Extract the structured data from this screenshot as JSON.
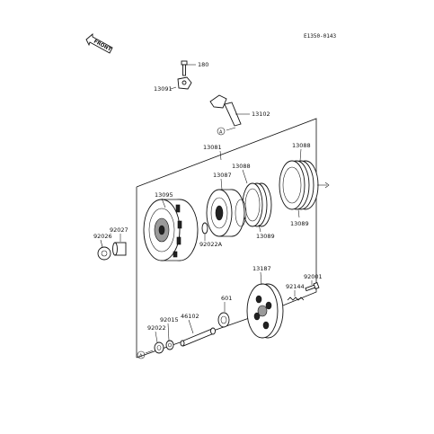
{
  "diagram": {
    "code": "E1350-0143",
    "front_label": "FRONT",
    "callouts": {
      "p180": "180",
      "p13091": "13091",
      "p13102": "13102",
      "circle_a_top": "A",
      "p13081": "13081",
      "p13088_right": "13088",
      "p13088_mid": "13088",
      "p13087": "13087",
      "p13095": "13095",
      "p92027": "92027",
      "p92026": "92026",
      "p92022a": "92022A",
      "p13089_mid": "13089",
      "p13089_right": "13089",
      "p13187": "13187",
      "p92001": "92001",
      "p92144": "92144",
      "p601": "601",
      "p46102": "46102",
      "p92015": "92015",
      "p92022": "92022",
      "circle_a_bottom": "A"
    }
  }
}
